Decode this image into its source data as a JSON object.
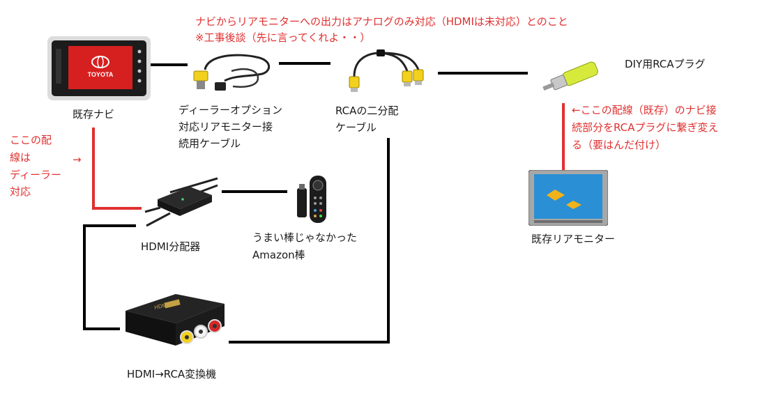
{
  "notes": {
    "top_line1": "ナビからリアモニターへの出力はアナログのみ対応（HDMIは未対応）とのこと",
    "top_line2": "※工事後談（先に言ってくれよ・・）",
    "right_line1": "←ここの配線（既存）のナビ接",
    "right_line2": "続部分をRCAプラグに繋ぎ変え",
    "right_line3": "る（要はんだ付け）",
    "left_line1": "ここの配",
    "left_line2": "線は",
    "left_arrow": "→",
    "left_line3": "ディーラー",
    "left_line4": "対応"
  },
  "labels": {
    "navi": "既存ナビ",
    "dealer_cable_1": "ディーラーオプション",
    "dealer_cable_2": "対応リアモニター接",
    "dealer_cable_3": "続用ケーブル",
    "rca_split_1": "RCAの二分配",
    "rca_split_2": "ケーブル",
    "diy_plug": "DIY用RCAプラグ",
    "monitor": "既存リアモニター",
    "hdmi_split": "HDMI分配器",
    "stick_1": "うまい棒じゃなかった",
    "stick_2": "Amazon棒",
    "converter": "HDMI→RCA変換機"
  },
  "device_text": {
    "navi_brand": "TOYOTA",
    "converter_brand": "HDMI2AV"
  },
  "colors": {
    "wire": "#000000",
    "note": "#e03030",
    "rca_yellow": "#f2d01e",
    "plug_green": "#d6ea3c"
  },
  "icons": [
    "car-navigation-unit",
    "rca-cable-coil",
    "rca-y-splitter",
    "rca-plug",
    "rear-monitor",
    "hdmi-splitter",
    "fire-tv-stick-remote",
    "hdmi-to-rca-converter"
  ]
}
